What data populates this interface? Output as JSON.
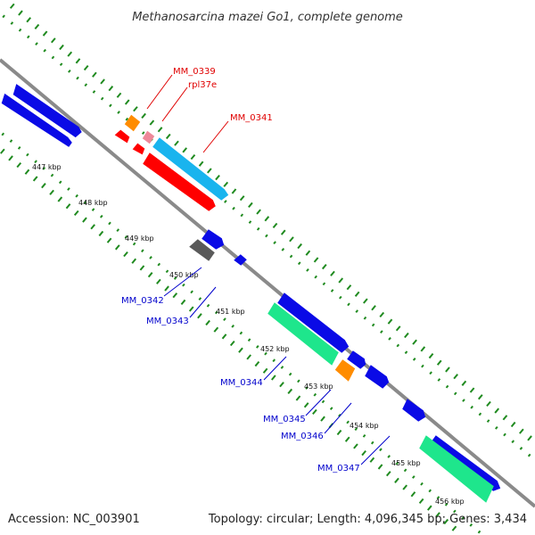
{
  "title": "Methanosarcina mazei Go1, complete genome",
  "footer": {
    "accession": "Accession: NC_003901",
    "summary": "Topology: circular; Length: 4,096,345 bp; Genes: 3,434"
  },
  "colors": {
    "backbone": "#8a8a8a",
    "tick": "#1f8a1f",
    "cds_blue": "#0a0ae6",
    "cds_red": "#ff0000",
    "cds_cyan": "#19b4ee",
    "cds_orange": "#ff8c00",
    "cds_pink": "#ee8899",
    "cds_grey": "#5a5a5a",
    "cds_seagreen": "#1ee68c",
    "label_red": "#e00000",
    "label_blue": "#0000cc"
  },
  "kbp_labels": [
    "447 kbp",
    "448 kbp",
    "449 kbp",
    "450 kbp",
    "451 kbp",
    "452 kbp",
    "453 kbp",
    "454 kbp",
    "455 kbp",
    "456 kbp"
  ],
  "gene_labels": [
    {
      "text": "MM_0339",
      "color": "red"
    },
    {
      "text": "rpl37e",
      "color": "red"
    },
    {
      "text": "MM_0341",
      "color": "red"
    },
    {
      "text": "MM_0342",
      "color": "blue"
    },
    {
      "text": "MM_0343",
      "color": "blue"
    },
    {
      "text": "MM_0344",
      "color": "blue"
    },
    {
      "text": "MM_0345",
      "color": "blue"
    },
    {
      "text": "MM_0346",
      "color": "blue"
    },
    {
      "text": "MM_0347",
      "color": "blue"
    }
  ]
}
